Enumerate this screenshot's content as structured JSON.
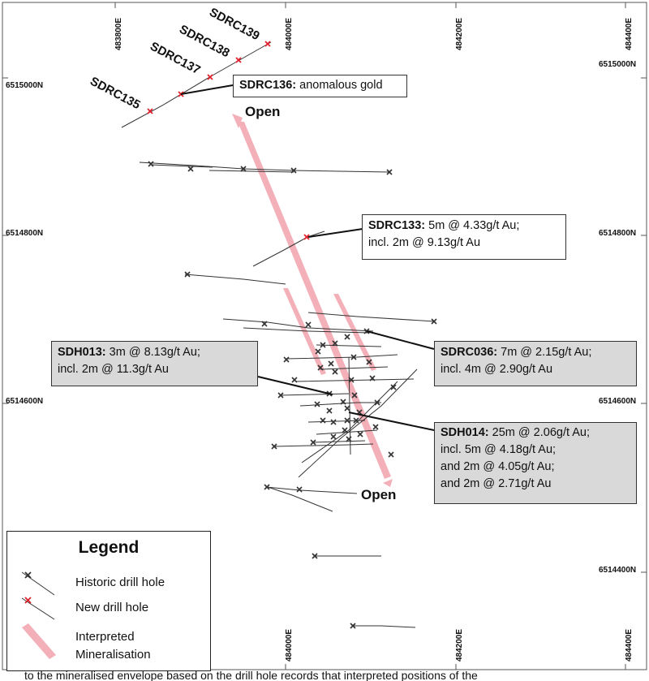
{
  "grid": {
    "eastings": [
      "483800E",
      "484000E",
      "484200E",
      "484400E"
    ],
    "northings": [
      "6515000N",
      "6514800N",
      "6514600N",
      "6514400N"
    ]
  },
  "new_holes": {
    "labels": [
      "SDRC139",
      "SDRC138",
      "SDRC137",
      "SDRC136",
      "SDRC135",
      "SDRC133"
    ]
  },
  "open_labels": [
    "Open",
    "Open"
  ],
  "callouts": {
    "sdrc136": {
      "id": "SDRC136:",
      "text": "anomalous gold"
    },
    "sdrc133": {
      "id": "SDRC133:",
      "line1": "5m @ 4.33g/t Au;",
      "line2": "incl. 2m @ 9.13g/t Au"
    },
    "sdh013": {
      "id": "SDH013:",
      "line1": "3m @ 8.13g/t Au;",
      "line2": "incl. 2m @ 11.3g/t Au"
    },
    "sdrc036": {
      "id": "SDRC036:",
      "line1": "7m @ 2.15g/t Au;",
      "line2": "incl. 4m @ 2.90g/t Au"
    },
    "sdh014": {
      "id": "SDH014:",
      "line1": "25m @ 2.06g/t Au;",
      "line2": "incl. 5m @ 4.18g/t Au;",
      "line3": "and 2m @ 4.05g/t Au;",
      "line4": "and 2m @ 2.71g/t Au"
    }
  },
  "legend": {
    "title": "Legend",
    "historic": "Historic drill hole",
    "new": "New drill hole",
    "mineral_line1": "Interpreted",
    "mineral_line2": "Mineralisation"
  },
  "colors": {
    "historic_marker": "#333333",
    "new_marker": "#e0202a",
    "mineralisation": "#f4b0b8",
    "grey_box": "#d9d9d9"
  },
  "bottom_text": "to the mineralised envelope based on the drill hole records that interpreted positions of the"
}
